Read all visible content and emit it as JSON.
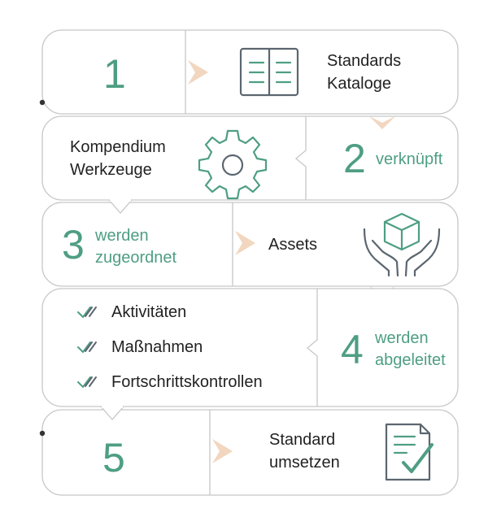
{
  "colors": {
    "green": "#4e9e84",
    "arrow": "#f2d6bf",
    "border": "#c7c7c7",
    "icon_stroke": "#5b6670"
  },
  "steps": {
    "one": {
      "number": "1",
      "label_line1": "Standards",
      "label_line2": "Kataloge",
      "icon": "book-icon"
    },
    "two": {
      "number": "2",
      "verb": "verknüpft",
      "label_line1": "Kompendium",
      "label_line2": "Werkzeuge",
      "icon": "gear-icon"
    },
    "three": {
      "number": "3",
      "verb_line1": "werden",
      "verb_line2": "zugeordnet",
      "label": "Assets",
      "icon": "hands-box-icon"
    },
    "four": {
      "number": "4",
      "verb_line1": "werden",
      "verb_line2": "abgeleitet",
      "checklist": [
        "Aktivitäten",
        "Maßnahmen",
        "Fortschrittskontrollen"
      ]
    },
    "five": {
      "number": "5",
      "label_line1": "Standard",
      "label_line2": "umsetzen",
      "icon": "document-check-icon"
    }
  }
}
